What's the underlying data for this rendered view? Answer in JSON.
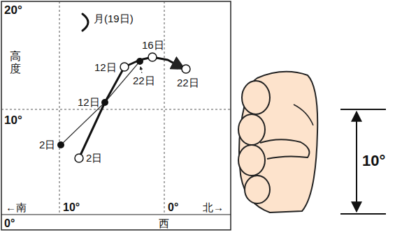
{
  "diagram": {
    "labels": [
      "20°",
      "月(19日)",
      "16日",
      "高度",
      "12日",
      "22日",
      "12日",
      "22日",
      "10°",
      "2日",
      "2日",
      "←南",
      "10°",
      "0°",
      "北→",
      "0°",
      "西",
      "10°"
    ]
  }
}
